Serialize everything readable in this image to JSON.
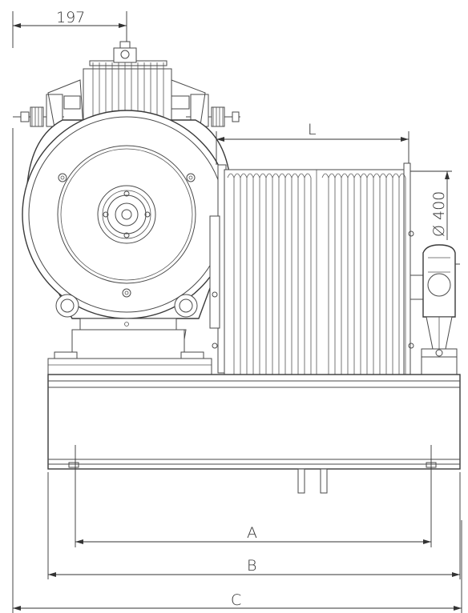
{
  "dimensions": {
    "top_offset": "197",
    "length": "L",
    "drum_diameter": "Ø 400",
    "width_a": "A",
    "width_b": "B",
    "width_c": "C"
  }
}
